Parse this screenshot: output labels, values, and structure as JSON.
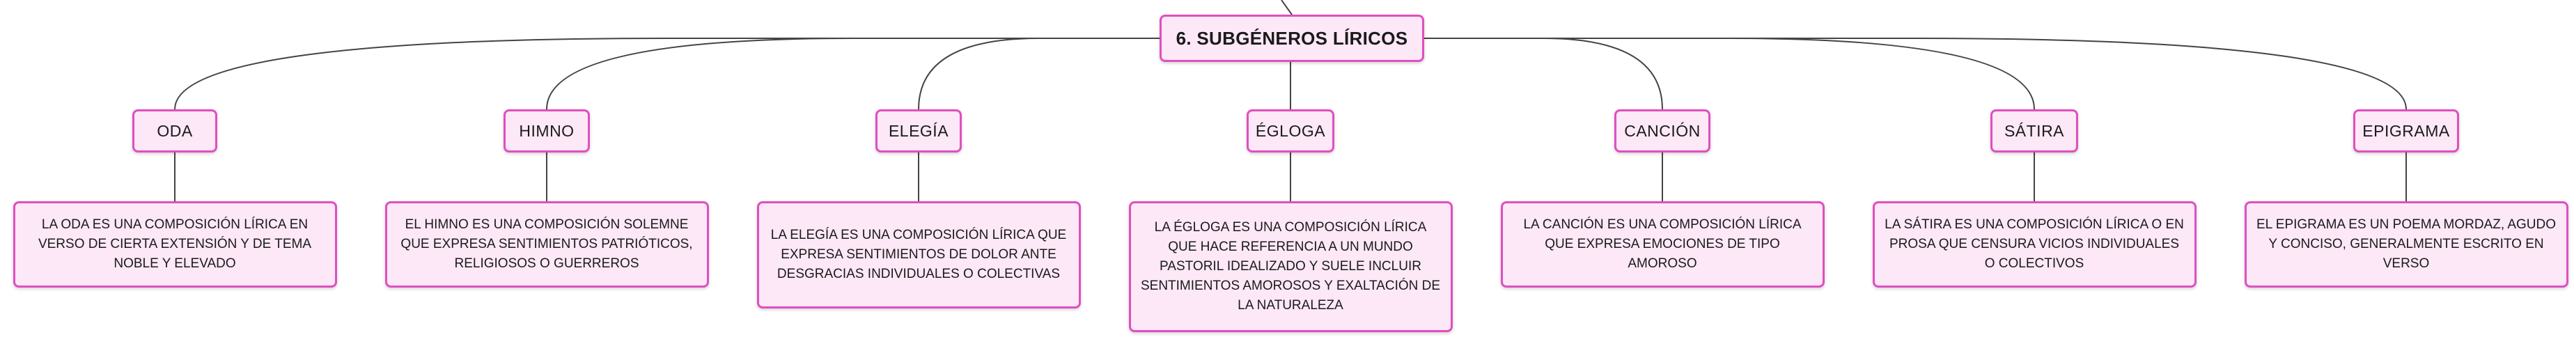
{
  "colors": {
    "border": "#e04fc0",
    "fill": "#fde8f7",
    "line": "#444444",
    "text": "#1a1a1a"
  },
  "root": {
    "label": "6. SUBGÉNEROS LÍRICOS"
  },
  "subgenres": [
    {
      "label": "ODA",
      "description": "LA ODA ES UNA COMPOSICIÓN LÍRICA EN VERSO DE CIERTA EXTENSIÓN Y DE TEMA NOBLE Y ELEVADO"
    },
    {
      "label": "HIMNO",
      "description": "EL HIMNO ES UNA COMPOSICIÓN SOLEMNE QUE EXPRESA SENTIMIENTOS PATRIÓTICOS, RELIGIOSOS O GUERREROS"
    },
    {
      "label": "ELEGÍA",
      "description": "LA ELEGÍA ES UNA COMPOSICIÓN LÍRICA QUE EXPRESA SENTIMIENTOS DE DOLOR ANTE DESGRACIAS INDIVIDUALES O COLECTIVAS"
    },
    {
      "label": "ÉGLOGA",
      "description": "LA ÉGLOGA ES UNA COMPOSICIÓN LÍRICA QUE HACE REFERENCIA A UN MUNDO PASTORIL IDEALIZADO Y SUELE INCLUIR SENTIMIENTOS AMOROSOS Y EXALTACIÓN DE LA NATURALEZA"
    },
    {
      "label": "CANCIÓN",
      "description": "LA CANCIÓN ES UNA COMPOSICIÓN LÍRICA QUE EXPRESA EMOCIONES DE TIPO AMOROSO"
    },
    {
      "label": "SÁTIRA",
      "description": "LA SÁTIRA ES UNA COMPOSICIÓN LÍRICA O EN PROSA QUE CENSURA VICIOS INDIVIDUALES O COLECTIVOS"
    },
    {
      "label": "EPIGRAMA",
      "description": "EL EPIGRAMA ES UN POEMA MORDAZ, AGUDO Y CONCISO, GENERALMENTE ESCRITO EN VERSO"
    }
  ]
}
